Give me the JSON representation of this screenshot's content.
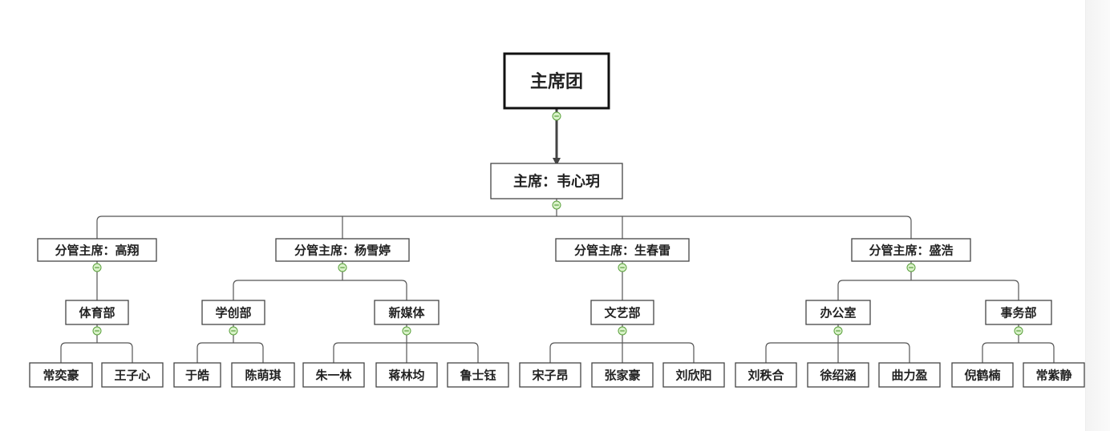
{
  "root": "主席团",
  "chair": "主席：韦心玥",
  "groups": [
    {
      "label": "分管主席：高翔",
      "departments": [
        {
          "label": "体育部",
          "members": [
            "常奕豪",
            "王子心"
          ]
        }
      ]
    },
    {
      "label": "分管主席：杨雪婷",
      "departments": [
        {
          "label": "学创部",
          "members": [
            "于皓",
            "陈萌琪"
          ]
        },
        {
          "label": "新媒体",
          "members": [
            "朱一林",
            "蒋林均",
            "鲁士钰"
          ]
        }
      ]
    },
    {
      "label": "分管主席：生春雷",
      "departments": [
        {
          "label": "文艺部",
          "members": [
            "宋子昂",
            "张家豪",
            "刘欣阳"
          ]
        }
      ]
    },
    {
      "label": "分管主席：盛浩",
      "departments": [
        {
          "label": "办公室",
          "members": [
            "刘秩合",
            "徐绍涵",
            "曲力盈"
          ]
        },
        {
          "label": "事务部",
          "members": [
            "倪鹤楠",
            "常紫静"
          ]
        }
      ]
    }
  ],
  "colors": {
    "line": "#555555",
    "box_border": "#444444",
    "root_border": "#111111",
    "collapse_fill": "#d9f2c9",
    "collapse_stroke": "#5aa03c"
  }
}
